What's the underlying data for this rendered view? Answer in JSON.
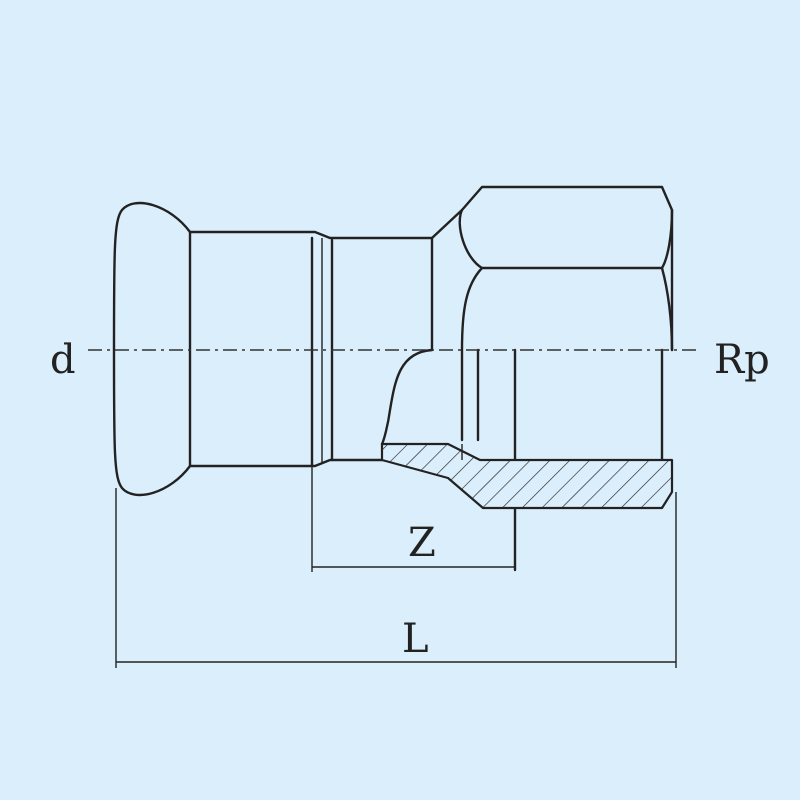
{
  "labels": {
    "d": "d",
    "rp": "Rp",
    "z": "Z",
    "l": "L"
  },
  "colors": {
    "background": "#dbeefb",
    "line": "#222222"
  }
}
